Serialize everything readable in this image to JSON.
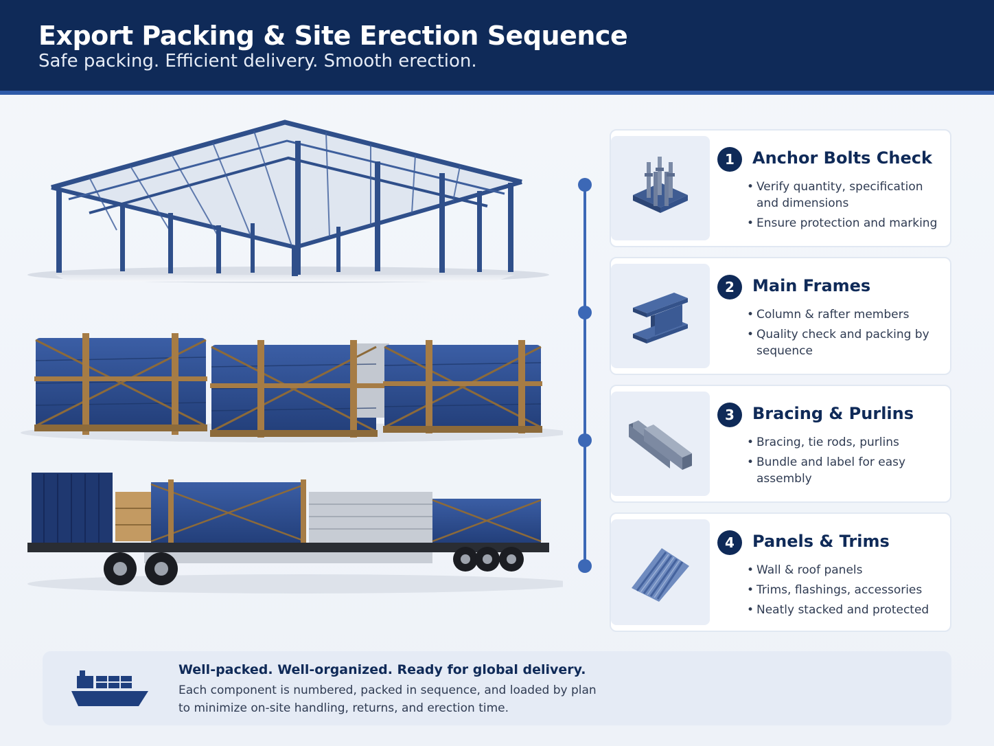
{
  "header": {
    "title": "Export Packing & Site Erection Sequence",
    "subtitle": "Safe packing. Efficient delivery. Smooth erection."
  },
  "colors": {
    "header_bg": "#0f2a58",
    "accent": "#3c68b6",
    "steel": "#2f4f8a",
    "tarp": "#2b4a8c",
    "timber": "#a67c45"
  },
  "illustrations": [
    {
      "name": "steel-frame-structure-icon"
    },
    {
      "name": "packed-bundles-icon"
    },
    {
      "name": "flatbed-truck-icon"
    }
  ],
  "steps": [
    {
      "number": "1",
      "title": "Anchor Bolts Check",
      "icon": "anchor-bolts-icon",
      "bullets": [
        "Verify quantity, specification and dimensions",
        "Ensure protection and marking"
      ]
    },
    {
      "number": "2",
      "title": "Main Frames",
      "icon": "i-beam-icon",
      "bullets": [
        "Column & rafter members",
        "Quality check and packing by sequence"
      ]
    },
    {
      "number": "3",
      "title": "Bracing & Purlins",
      "icon": "purlin-channel-icon",
      "bullets": [
        "Bracing, tie rods, purlins",
        "Bundle and label for easy assembly"
      ]
    },
    {
      "number": "4",
      "title": "Panels & Trims",
      "icon": "corrugated-panel-icon",
      "bullets": [
        "Wall & roof panels",
        "Trims, flashings, accessories",
        "Neatly stacked and protected"
      ]
    }
  ],
  "footer": {
    "icon": "cargo-ship-icon",
    "title": "Well-packed. Well-organized. Ready for global delivery.",
    "body": "Each component is numbered, packed in sequence, and loaded by plan to minimize on-site handling, returns, and erection time."
  }
}
